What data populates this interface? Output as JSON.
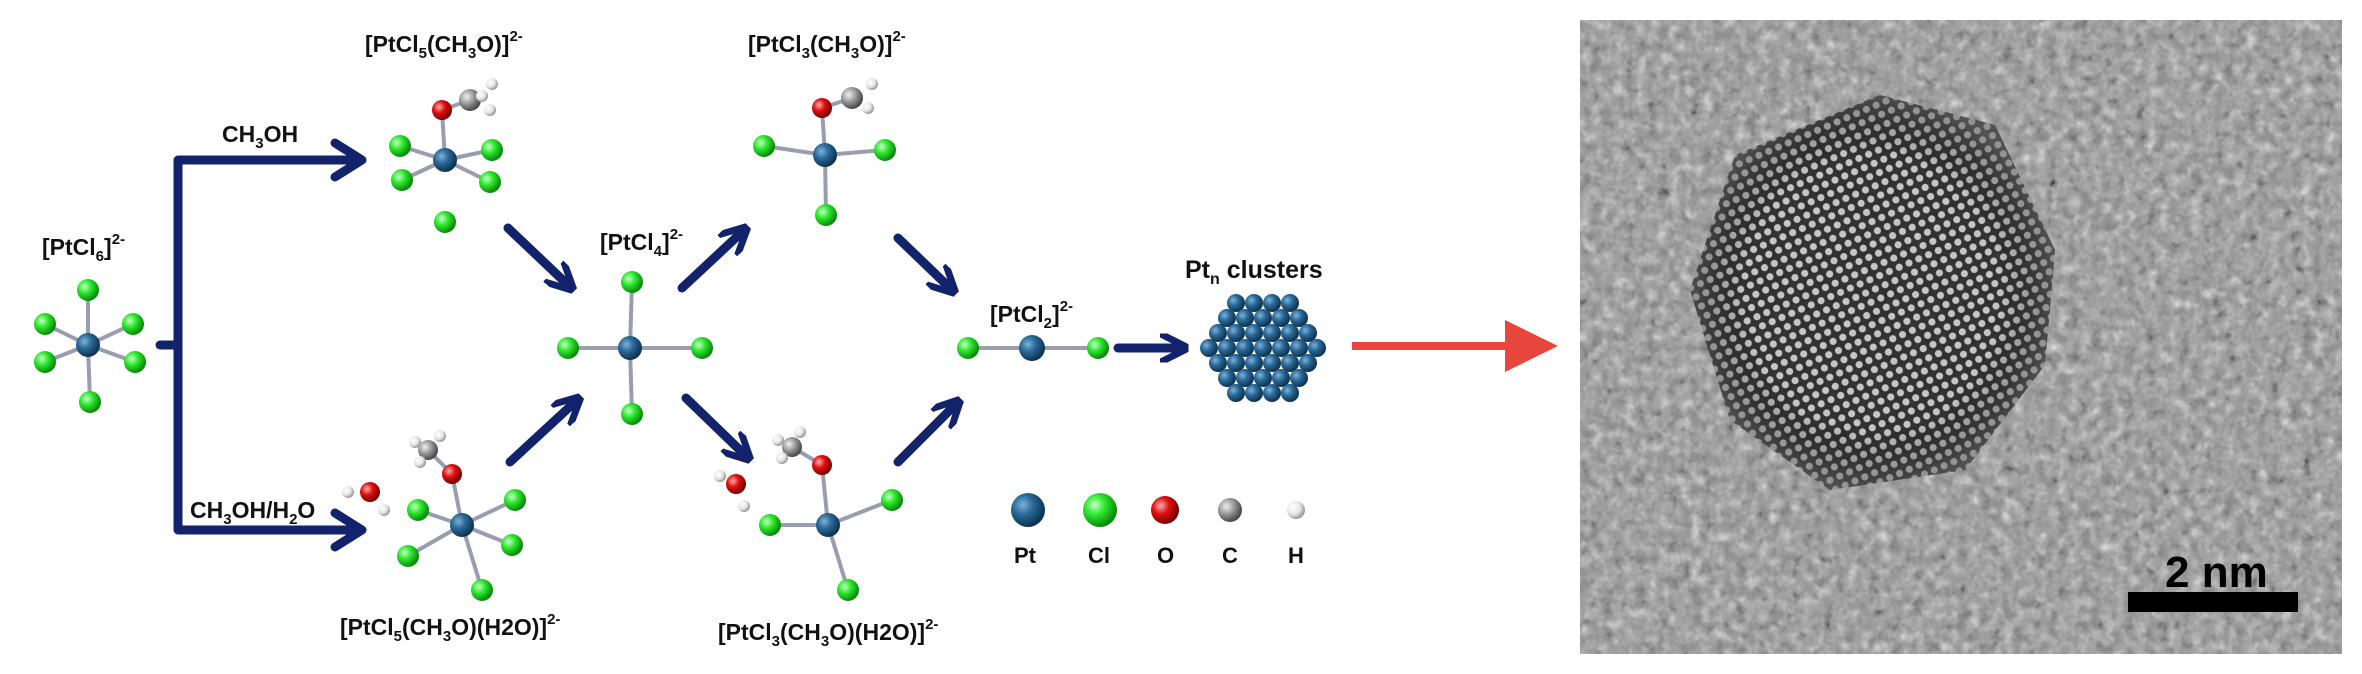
{
  "species": {
    "ptcl6": "[PtCl6]2-",
    "ptcl5_ch3o": "[PtCl5(CH3O)]2-",
    "ptcl5_ch3o_h2o": "[PtCl5(CH3O)(H2O)]2-",
    "ptcl4": "[PtCl4]2-",
    "ptcl3_ch3o": "[PtCl3(CH3O)]2-",
    "ptcl3_ch3o_h2o": "[PtCl3(CH3O)(H2O)]2-",
    "ptcl2": "[PtCl2]2-",
    "ptn_clusters": "Ptn clusters"
  },
  "reagents": {
    "methanol": "CH3OH",
    "methanol_water": "CH3OH/H2O"
  },
  "legend": {
    "pt": "Pt",
    "cl": "Cl",
    "o": "O",
    "c": "C",
    "h": "H"
  },
  "tem": {
    "scale_bar_label": "2 nm"
  },
  "colors": {
    "pt": "#1f5a86",
    "cl": "#22d422",
    "o": "#e00000",
    "c": "#8a8a8a",
    "h": "#f0f0f0",
    "arrow": "#12236b",
    "transfer_arrow": "#e8453c"
  }
}
